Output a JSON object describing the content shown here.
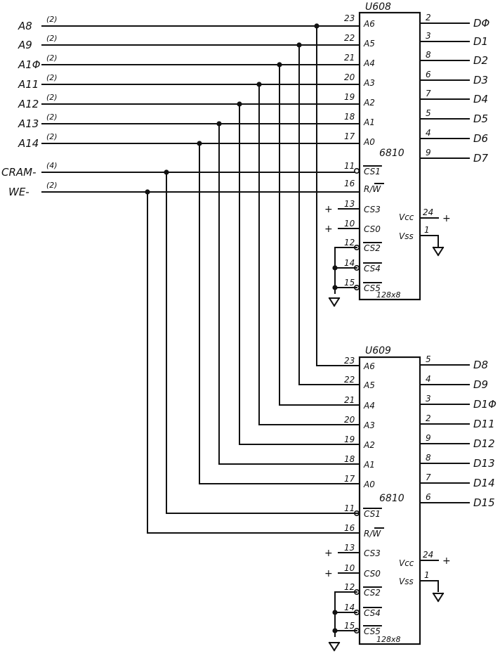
{
  "chips": [
    {
      "ref": "U608",
      "part": "6810",
      "org": "128x8",
      "vcc": "Vcc",
      "vss": "Vss",
      "left": [
        {
          "num": "23",
          "name": "A6"
        },
        {
          "num": "22",
          "name": "A5"
        },
        {
          "num": "21",
          "name": "A4"
        },
        {
          "num": "20",
          "name": "A3"
        },
        {
          "num": "19",
          "name": "A2"
        },
        {
          "num": "18",
          "name": "A1"
        },
        {
          "num": "17",
          "name": "A0"
        },
        {
          "num": "11",
          "name": "CS1",
          "bar": true
        },
        {
          "num": "16",
          "name": "R/W",
          "bar_part": "W"
        },
        {
          "num": "13",
          "name": "CS3"
        },
        {
          "num": "10",
          "name": "CS0"
        },
        {
          "num": "12",
          "name": "CS2",
          "bar": true
        },
        {
          "num": "14",
          "name": "CS4",
          "bar": true
        },
        {
          "num": "15",
          "name": "CS5",
          "bar": true
        }
      ],
      "right": [
        {
          "num": "2",
          "net": "DΦ"
        },
        {
          "num": "3",
          "net": "D1"
        },
        {
          "num": "8",
          "net": "D2"
        },
        {
          "num": "6",
          "net": "D3"
        },
        {
          "num": "7",
          "net": "D4"
        },
        {
          "num": "5",
          "net": "D5"
        },
        {
          "num": "4",
          "net": "D6"
        },
        {
          "num": "9",
          "net": "D7"
        }
      ],
      "vcc_pin": "24",
      "vss_pin": "1"
    },
    {
      "ref": "U609",
      "part": "6810",
      "org": "128x8",
      "vcc": "Vcc",
      "vss": "Vss",
      "left": [
        {
          "num": "23",
          "name": "A6"
        },
        {
          "num": "22",
          "name": "A5"
        },
        {
          "num": "21",
          "name": "A4"
        },
        {
          "num": "20",
          "name": "A3"
        },
        {
          "num": "19",
          "name": "A2"
        },
        {
          "num": "18",
          "name": "A1"
        },
        {
          "num": "17",
          "name": "A0"
        },
        {
          "num": "11",
          "name": "CS1",
          "bar": true
        },
        {
          "num": "16",
          "name": "R/W",
          "bar_part": "W"
        },
        {
          "num": "13",
          "name": "CS3"
        },
        {
          "num": "10",
          "name": "CS0"
        },
        {
          "num": "12",
          "name": "CS2",
          "bar": true
        },
        {
          "num": "14",
          "name": "CS4",
          "bar": true
        },
        {
          "num": "15",
          "name": "CS5",
          "bar": true
        }
      ],
      "right": [
        {
          "num": "5",
          "net": "D8"
        },
        {
          "num": "4",
          "net": "D9"
        },
        {
          "num": "3",
          "net": "D1Φ"
        },
        {
          "num": "2",
          "net": "D11"
        },
        {
          "num": "9",
          "net": "D12"
        },
        {
          "num": "8",
          "net": "D13"
        },
        {
          "num": "7",
          "net": "D14"
        },
        {
          "num": "6",
          "net": "D15"
        }
      ],
      "vcc_pin": "24",
      "vss_pin": "1"
    }
  ],
  "inputs": [
    {
      "name": "A8",
      "ref": "(2)"
    },
    {
      "name": "A9",
      "ref": "(2)"
    },
    {
      "name": "A1Φ",
      "ref": "(2)"
    },
    {
      "name": "A11",
      "ref": "(2)"
    },
    {
      "name": "A12",
      "ref": "(2)"
    },
    {
      "name": "A13",
      "ref": "(2)"
    },
    {
      "name": "A14",
      "ref": "(2)"
    },
    {
      "name": "CRAM-",
      "ref": "(4)"
    },
    {
      "name": "WE-",
      "ref": "(2)"
    }
  ],
  "plus": "+"
}
